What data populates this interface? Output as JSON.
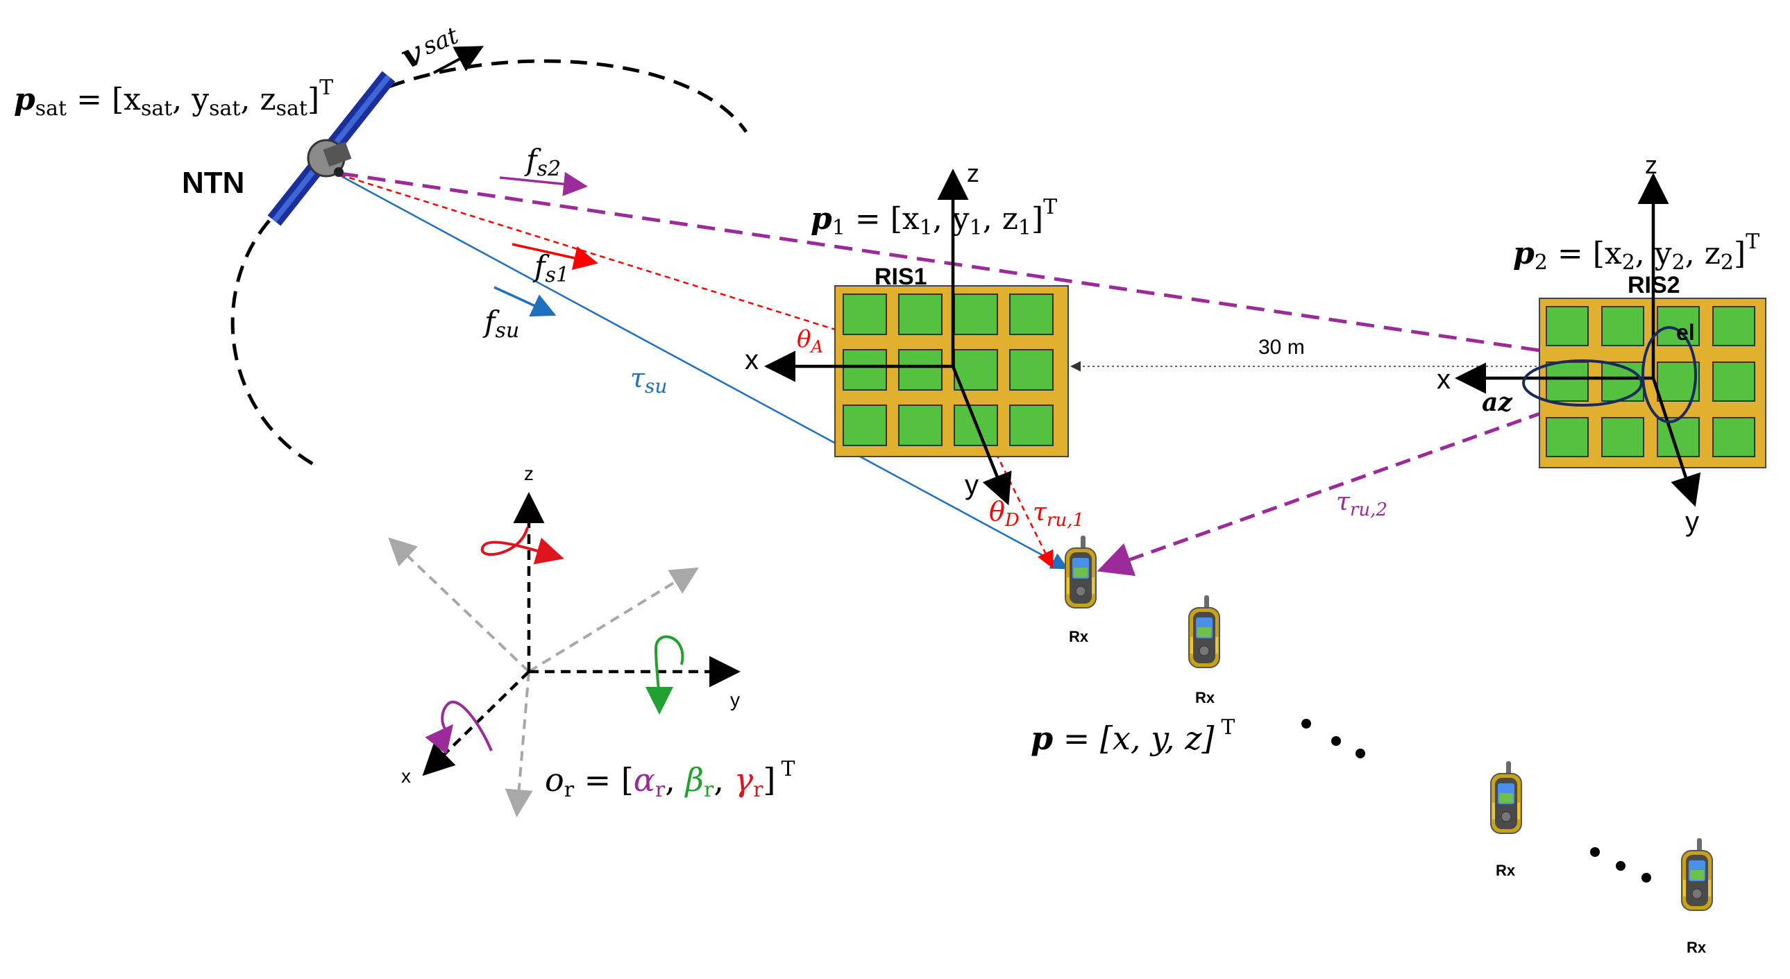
{
  "satellite": {
    "label": "NTN",
    "position": {
      "sym": "p",
      "sub": "sat",
      "body": " = [x",
      "xs": "sat",
      "c1": ", y",
      "ys": "sat",
      "c2": ", z",
      "zs": "sat",
      "end": "]",
      "sup": "T"
    },
    "velocity": {
      "sym": "v",
      "sub": "sat"
    }
  },
  "signals": {
    "fs2": {
      "sym": "f",
      "sub": "s2",
      "color": "#9b2a9b"
    },
    "fs1": {
      "sym": "f",
      "sub": "s1",
      "color": "#ff0000"
    },
    "fsu": {
      "sym": "f",
      "sub": "su",
      "color": "#1f6fc0"
    },
    "tau_su": {
      "sym": "τ",
      "sub": "su",
      "color": "#1f6fc0"
    },
    "tau_ru1": {
      "sym": "τ",
      "sub": "ru,1",
      "color": "#ff0000"
    },
    "tau_ru2": {
      "sym": "τ",
      "sub": "ru,2",
      "color": "#9b2a9b"
    },
    "theta_a": {
      "sym": "θ",
      "sub": "A"
    },
    "theta_d": {
      "sym": "θ",
      "sub": "D"
    }
  },
  "ris1": {
    "name": "RIS1",
    "position": {
      "sym": "p",
      "sub": "1",
      "body": " = [x",
      "xs": "1",
      "c1": ", y",
      "ys": "1",
      "c2": ", z",
      "zs": "1",
      "end": "]",
      "sup": "T"
    },
    "axes": {
      "x": "x",
      "y": "y",
      "z": "z"
    },
    "panel_color": "#e0b02e",
    "cell_color": "#55c140"
  },
  "ris2": {
    "name": "RIS2",
    "position": {
      "sym": "p",
      "sub": "2",
      "body": " = [x",
      "xs": "2",
      "c1": ", y",
      "ys": "2",
      "c2": ", z",
      "zs": "2",
      "end": "]",
      "sup": "T"
    },
    "axes": {
      "x": "x",
      "y": "y",
      "z": "z"
    },
    "az_label": "az",
    "el_label": "el"
  },
  "distance_label": "30 m",
  "receivers": {
    "label": "Rx",
    "position": {
      "sym": "p",
      "body": " = [x, y, z]",
      "sup": "T"
    }
  },
  "orientation": {
    "axes": {
      "x": "x",
      "y": "y",
      "z": "z"
    },
    "formula": {
      "o": "o",
      "osub": "r",
      "eq": " = [",
      "alpha": "α",
      "asub": "r",
      "beta": "β",
      "bsub": "r",
      "gamma": "γ",
      "gsub": "r",
      "end": "]",
      "sup": "T"
    },
    "colors": {
      "alpha": "#9b2a9b",
      "beta": "#22a030",
      "gamma": "#e0141e"
    }
  }
}
